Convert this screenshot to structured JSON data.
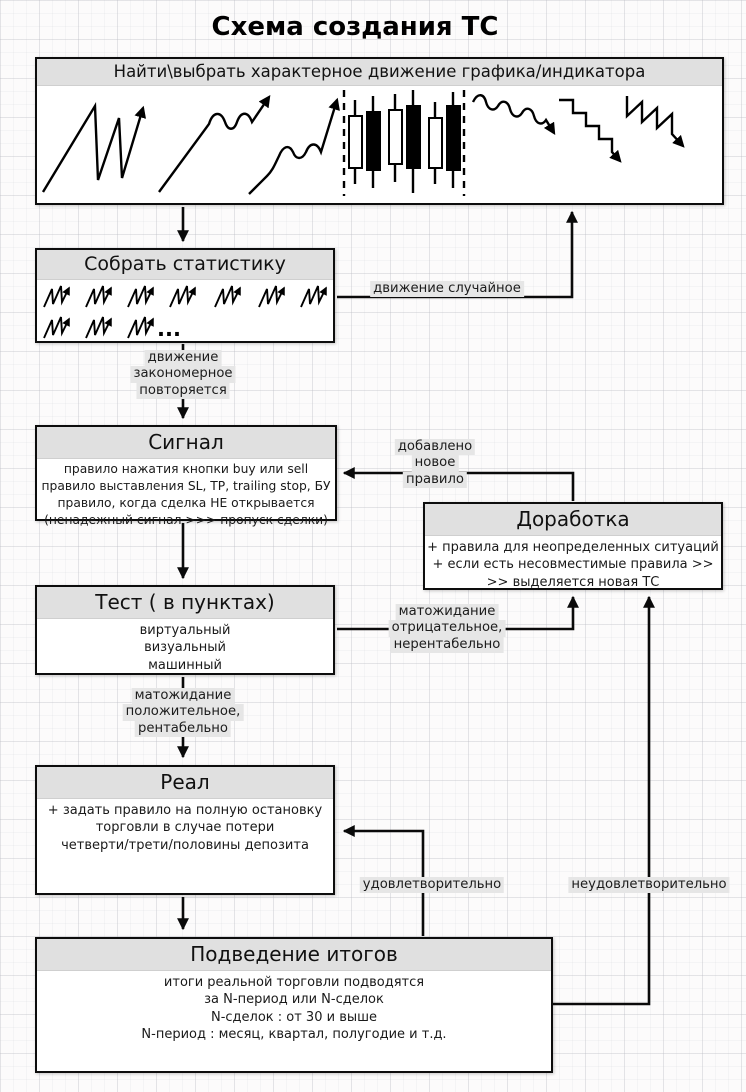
{
  "title": "Схема создания ТС",
  "boxes": {
    "find": {
      "header": "Найти\\выбрать характерное движение графика/индикатора"
    },
    "collect": {
      "header": "Собрать статистику",
      "ellipsis": "..."
    },
    "signal": {
      "header": "Сигнал",
      "lines": [
        "правило нажатия кнопки buy или sell",
        "правило выставления SL, TP, trailing stop, БУ",
        "правило, когда сделка НЕ открывается",
        "(ненадежный сигнал >>> пропуск сделки)"
      ]
    },
    "rework": {
      "header": "Доработка",
      "lines": [
        "+ правила для неопределенных ситуаций",
        "+ если есть несовместимые правила >>",
        ">> выделяется новая ТС"
      ]
    },
    "test": {
      "header": "Тест ( в пунктах)",
      "lines": [
        "виртуальный",
        "визуальный",
        "машинный"
      ]
    },
    "real": {
      "header": "Реал",
      "lines": [
        "+ задать правило на полную остановку",
        "торговли в случае потери",
        "четверти/трети/половины депозита"
      ]
    },
    "summary": {
      "header": "Подведение итогов",
      "lines": [
        "итоги реальной торговли подводятся",
        "за N-период или N-сделок",
        "N-сделок : от 30 и выше",
        "N-период : месяц, квартал, полугодие и т.д."
      ]
    }
  },
  "labels": {
    "random": "движение случайное",
    "regular": [
      "движение",
      "закономерное",
      "повторяется"
    ],
    "new_rule": [
      "добавлено",
      "новое",
      "правило"
    ],
    "negative": [
      "матожидание",
      "отрицательное,",
      "нерентабельно"
    ],
    "positive": [
      "матожидание",
      "положительное,",
      "рентабельно"
    ],
    "satisfactory": "удовлетворительно",
    "unsatisfactory": "неудовлетворительно"
  },
  "icons": {
    "patterns": [
      "zigzag-uptrend-icon",
      "wave-uptrend-icon",
      "wave-uptrend-alt-icon",
      "candlestick-pair-icon",
      "wave-downtrend-icon",
      "staircase-downtrend-icon",
      "sawtooth-downtrend-icon",
      "mini-zigzag-uptrend-icon"
    ]
  },
  "colors": {
    "header_bg": "#e0e0e0",
    "label_bg": "#e6e6e6",
    "line": "#000000",
    "box_border": "#0d0d0d"
  }
}
